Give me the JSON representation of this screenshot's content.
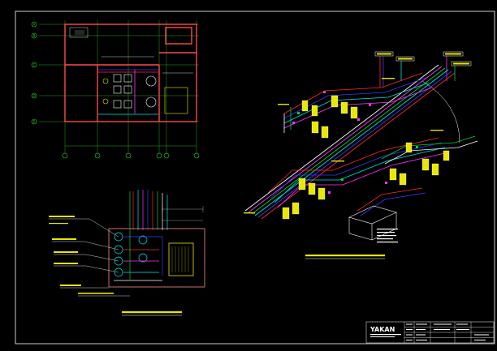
{
  "drawing": {
    "background": "#000000",
    "frame_color": "#ffffff",
    "colors": {
      "wall": "#ff4a4a",
      "pipe_red": "#ff2a2a",
      "pipe_blue": "#3a3aff",
      "pipe_cyan": "#00e5e5",
      "pipe_green": "#00d23c",
      "pipe_magenta": "#ff36ff",
      "equipment": "#e8e800",
      "grid": "#2bd02b",
      "annotation": "#ffffff"
    }
  },
  "views": {
    "plan_view": {
      "icon": "floor-plan-icon",
      "axis_labels": [
        "A",
        "B",
        "C",
        "D",
        "E"
      ]
    },
    "detail_plan_view": {
      "icon": "pump-room-plan-icon",
      "title": ""
    },
    "isometric_view": {
      "icon": "pipe-isometric-icon",
      "title": ""
    }
  },
  "title_block": {
    "logo_text": "YAKAN",
    "logo_icon": "company-logo-icon",
    "rows": 4
  }
}
